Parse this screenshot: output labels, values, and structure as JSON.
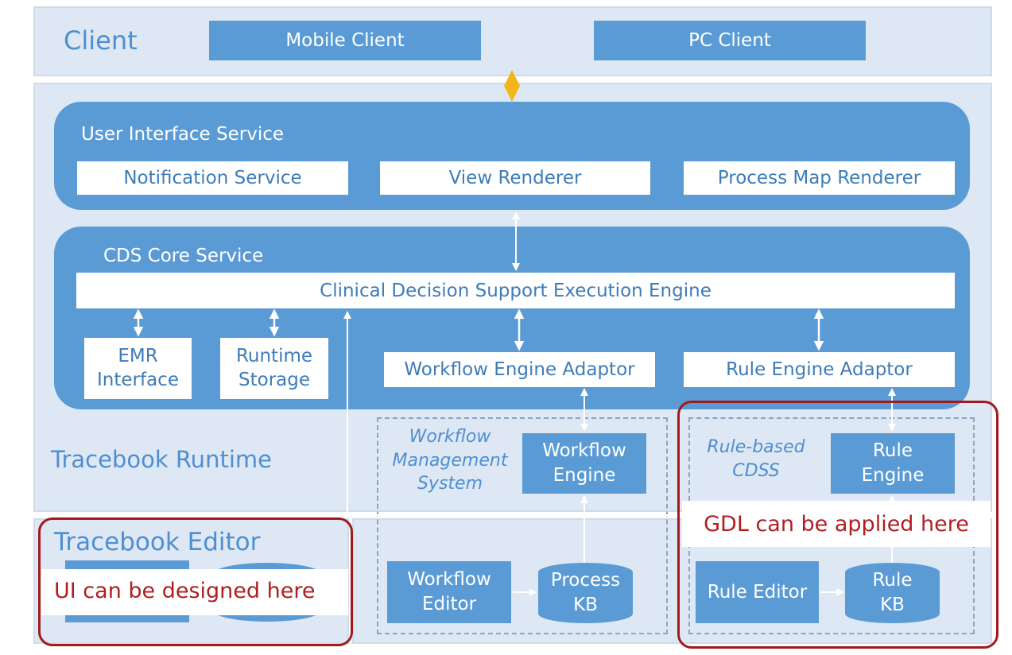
{
  "client": {
    "title": "Client",
    "mobile": "Mobile Client",
    "pc": "PC Client"
  },
  "runtime": {
    "title": "Tracebook Runtime",
    "ui_service": {
      "title": "User Interface Service",
      "notification": "Notification Service",
      "view": "View Renderer",
      "process_map": "Process Map Renderer"
    },
    "cds": {
      "title": "CDS Core Service",
      "engine": "Clinical Decision Support Execution Engine",
      "emr": [
        "EMR",
        "Interface"
      ],
      "storage": [
        "Runtime",
        "Storage"
      ],
      "workflow_adaptor": "Workflow Engine Adaptor",
      "rule_adaptor": "Rule Engine Adaptor"
    },
    "wms": {
      "label": [
        "Workflow",
        "Management",
        "System"
      ],
      "engine": [
        "Workflow",
        "Engine"
      ]
    },
    "rule_cdss": {
      "label": [
        "Rule-based",
        "CDSS"
      ],
      "engine": [
        "Rule",
        "Engine"
      ]
    }
  },
  "editor": {
    "title": "Tracebook Editor",
    "workflow_editor": [
      "Workflow",
      "Editor"
    ],
    "process_kb": [
      "Process",
      "KB"
    ],
    "rule_editor": "Rule Editor",
    "rule_kb": [
      "Rule",
      "KB"
    ]
  },
  "callouts": {
    "ui": "UI can be designed here",
    "gdl": "GDL can be applied here"
  },
  "colors": {
    "box_blue": "#5b9bd5",
    "panel_bg": "#dde8f4",
    "highlight_red": "#a3191c",
    "connector_orange": "#f2b51c"
  }
}
